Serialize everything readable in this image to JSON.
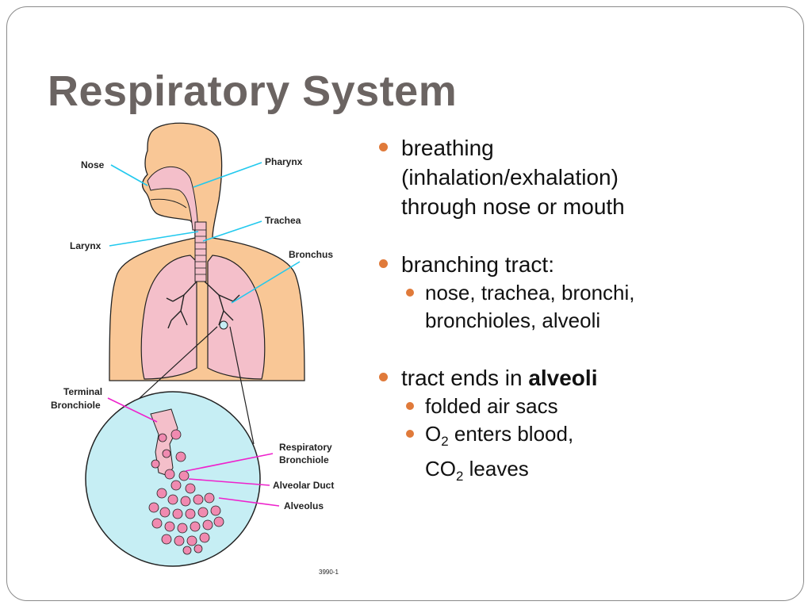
{
  "slide": {
    "title": "Respiratory System"
  },
  "bullets": {
    "b1": {
      "line1": "breathing",
      "line2": "(inhalation/exhalation)",
      "line3": "through nose or mouth"
    },
    "b2": {
      "text": "branching tract:",
      "sub1_line1": "nose, trachea, bronchi,",
      "sub1_line2": "bronchioles, alveoli"
    },
    "b3": {
      "text": "tract ends in ",
      "bold": "alveoli",
      "sub1": "folded air sacs",
      "sub2_o": "O",
      "sub2_o_sub": "2",
      "sub2_rest": " enters blood,",
      "sub2_co": "CO",
      "sub2_co_sub": "2",
      "sub2_co_rest": " leaves"
    }
  },
  "diagram": {
    "labels": {
      "nose": "Nose",
      "pharynx": "Pharynx",
      "trachea": "Trachea",
      "larynx": "Larynx",
      "bronchus": "Bronchus",
      "terminal_1": "Terminal",
      "terminal_2": "Bronchiole",
      "resp_1": "Respiratory",
      "resp_2": "Bronchiole",
      "duct": "Alveolar Duct",
      "alveolus": "Alveolus",
      "figure_id": "3990-1"
    },
    "colors": {
      "skin": "#f9c796",
      "lung": "#f4bfca",
      "zoom": "#c6eef4",
      "alveoli": "#f08ab0",
      "pointer_cyan": "#22c9ee",
      "pointer_magenta": "#ee22cc"
    }
  }
}
